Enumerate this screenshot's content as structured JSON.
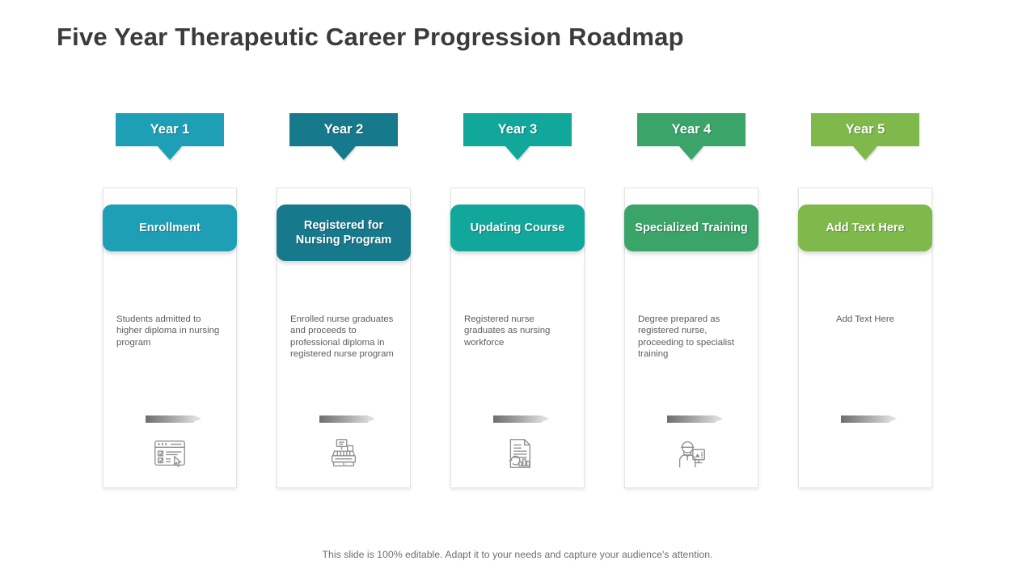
{
  "slide": {
    "title": "Five Year Therapeutic Career Progression Roadmap",
    "footer_note": "This slide is 100% editable. Adapt it to your needs and capture your audience's attention."
  },
  "columns": [
    {
      "year_label": "Year 1",
      "pill_label": "Enrollment",
      "description": "Students admitted to higher diploma in nursing program",
      "color": "#1E9FB6",
      "icon": "online-form-cursor-icon",
      "has_icon": true,
      "desc_align": "left"
    },
    {
      "year_label": "Year 2",
      "pill_label": "Registered for Nursing Program",
      "description": "Enrolled nurse graduates and proceeds to professional diploma in registered nurse program",
      "color": "#17798C",
      "icon": "cash-register-icon",
      "has_icon": true,
      "desc_align": "left"
    },
    {
      "year_label": "Year 3",
      "pill_label": "Updating Course",
      "description": "Registered nurse graduates as nursing workforce",
      "color": "#11A79B",
      "icon": "document-refresh-chart-icon",
      "has_icon": true,
      "desc_align": "left"
    },
    {
      "year_label": "Year 4",
      "pill_label": "Specialized Training",
      "description": "Degree prepared as registered nurse, proceeding to specialist training",
      "color": "#3AA469",
      "icon": "trainer-presentation-icon",
      "has_icon": true,
      "desc_align": "left"
    },
    {
      "year_label": "Year 5",
      "pill_label": "Add Text Here",
      "description": "Add Text Here",
      "color": "#80B94B",
      "icon": "none",
      "has_icon": false,
      "desc_align": "center"
    }
  ]
}
